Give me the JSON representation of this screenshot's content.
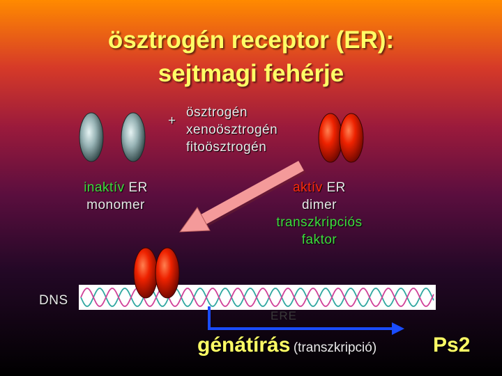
{
  "title": {
    "line1": "ösztrogén receptor (ER):",
    "line2": "sejtmagi fehérje"
  },
  "ligand": {
    "plus": "+",
    "items": [
      "ösztrogén",
      "xenoösztrogén",
      "fitoösztrogén"
    ]
  },
  "inactive": {
    "word": "inaktív",
    "er": "ER",
    "line2": "monomer"
  },
  "active": {
    "word": "aktív",
    "er": "ER",
    "line2": "dimer",
    "line3": "transzkripciós",
    "line4": "faktor"
  },
  "dna_label": "DNS",
  "site_label": "ERE",
  "transcription": {
    "main": "génátírás",
    "paren": "(transzkripció)"
  },
  "slide_code": "Ps2",
  "colors": {
    "title": "#ffff66",
    "active_red": "#ff2a0a",
    "green": "#3ddc3d",
    "arrow_pink": "#f49a9a",
    "promoter_blue": "#1a4cff"
  }
}
